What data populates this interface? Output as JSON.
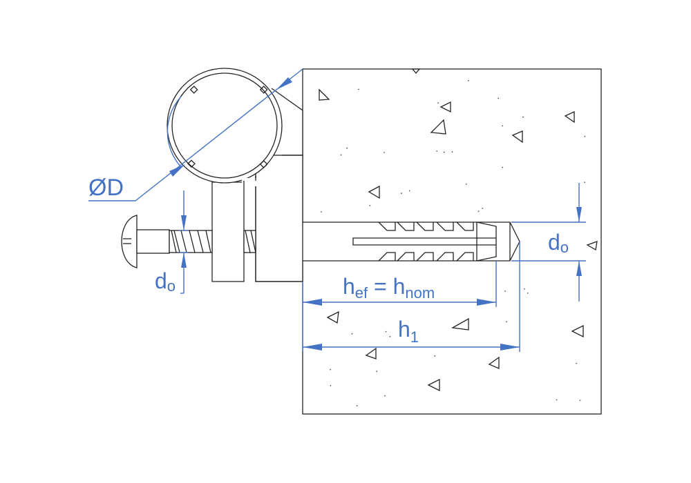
{
  "labels": {
    "diameter": "ØD",
    "d0_left": {
      "main": "d",
      "sub": "o"
    },
    "d0_right": {
      "main": "d",
      "sub": "o"
    },
    "hef": {
      "h1": "h",
      "sub1": "ef",
      "eq": " = ",
      "h2": "h",
      "sub2": "nom"
    },
    "h1": {
      "main": "h",
      "sub": "1"
    }
  },
  "colors": {
    "dimension": "#4472c4",
    "outline": "#222222"
  }
}
